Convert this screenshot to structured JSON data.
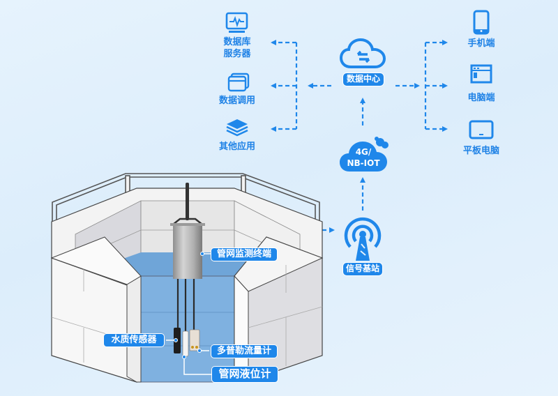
{
  "colors": {
    "accent": "#1f87ea",
    "background": "#e2f0fc",
    "water": "#6fa5d8",
    "wall": "#ececec"
  },
  "left_targets": [
    {
      "icon": "monitor-pulse-icon",
      "label_lines": [
        "数据库",
        "服务器"
      ]
    },
    {
      "icon": "windows-stack-icon",
      "label_lines": [
        "数据调用"
      ]
    },
    {
      "icon": "layers-icon",
      "label_lines": [
        "其他应用"
      ]
    }
  ],
  "data_center": {
    "icon": "cloud-sync-icon",
    "label": "数据中心"
  },
  "right_targets": [
    {
      "icon": "phone-icon",
      "label": "手机端"
    },
    {
      "icon": "browser-window-icon",
      "label": "电脑端"
    },
    {
      "icon": "tablet-icon",
      "label": "平板电脑"
    }
  ],
  "network": {
    "icon": "cloud-icon",
    "line1": "4G/",
    "line2": "NB-IOT"
  },
  "base_station": {
    "icon": "signal-tower-icon",
    "label": "信号基站"
  },
  "devices": {
    "terminal": "管网监测终端",
    "water_quality": "水质传感器",
    "doppler": "多普勒流量计",
    "level": "管网液位计"
  }
}
